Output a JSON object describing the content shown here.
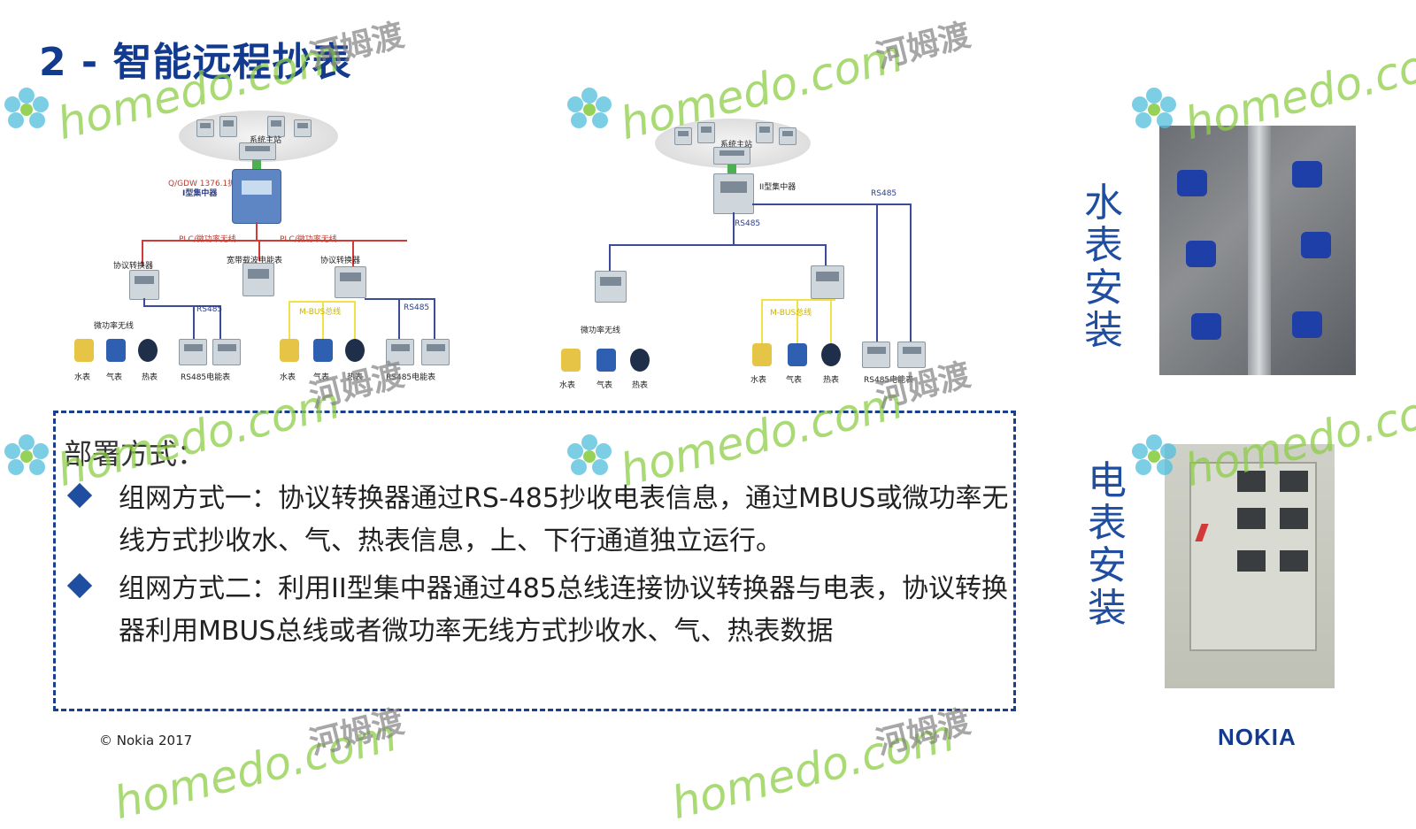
{
  "title": "2 - 智能远程抄表",
  "left_diagram": {
    "top_label": "系统主站",
    "concentrator_spec": "Q/GDW 1376.1扩展",
    "concentrator_name": "I型集中器",
    "plc_left": "PLC/微功率无线",
    "plc_right": "PLC/微功率无线",
    "converter_left": "协议转换器",
    "broadband_meter": "宽带载波电能表",
    "converter_right": "协议转换器",
    "rs485_a": "RS485",
    "mbus": "M-BUS总线",
    "rs485_b": "RS485",
    "micro_wireless": "微功率无线",
    "bottom_labels": [
      "水表",
      "气表",
      "热表",
      "RS485电能表",
      "水表",
      "气表",
      "热表",
      "RS485电能表"
    ]
  },
  "right_diagram": {
    "top_label": "系统主站",
    "concentrator_name": "II型集中器",
    "rs485_top": "RS485",
    "rs485_mid": "RS485",
    "micro_wireless": "微功率无线",
    "mbus": "M-BUS总线",
    "bottom_labels": [
      "水表",
      "气表",
      "热表",
      "水表",
      "气表",
      "热表",
      "RS485电能表"
    ]
  },
  "side_labels": {
    "water": "水表安装",
    "electric": "电表安装"
  },
  "deploy": {
    "heading": "部署方式：",
    "bullets": [
      "组网方式一：协议转换器通过RS-485抄收电表信息，通过MBUS或微功率无线方式抄收水、气、热表信息，上、下行通道独立运行。",
      "组网方式二：利用II型集中器通过485总线连接协议转换器与电表，协议转换器利用MBUS总线或者微功率无线方式抄收水、气、热表数据"
    ]
  },
  "footer": {
    "copyright": "© Nokia 2017",
    "logo": "NOKIA"
  },
  "watermark": {
    "text_en": "homedo.com",
    "text_cn": "河姆渡"
  },
  "colors": {
    "title": "#123a8e",
    "accent": "#1f4ea0",
    "red_line": "#d23a3a",
    "yellow_line": "#f2e24a",
    "blue_line": "#3b4c9c",
    "watermark_green": "#8ccd46"
  }
}
